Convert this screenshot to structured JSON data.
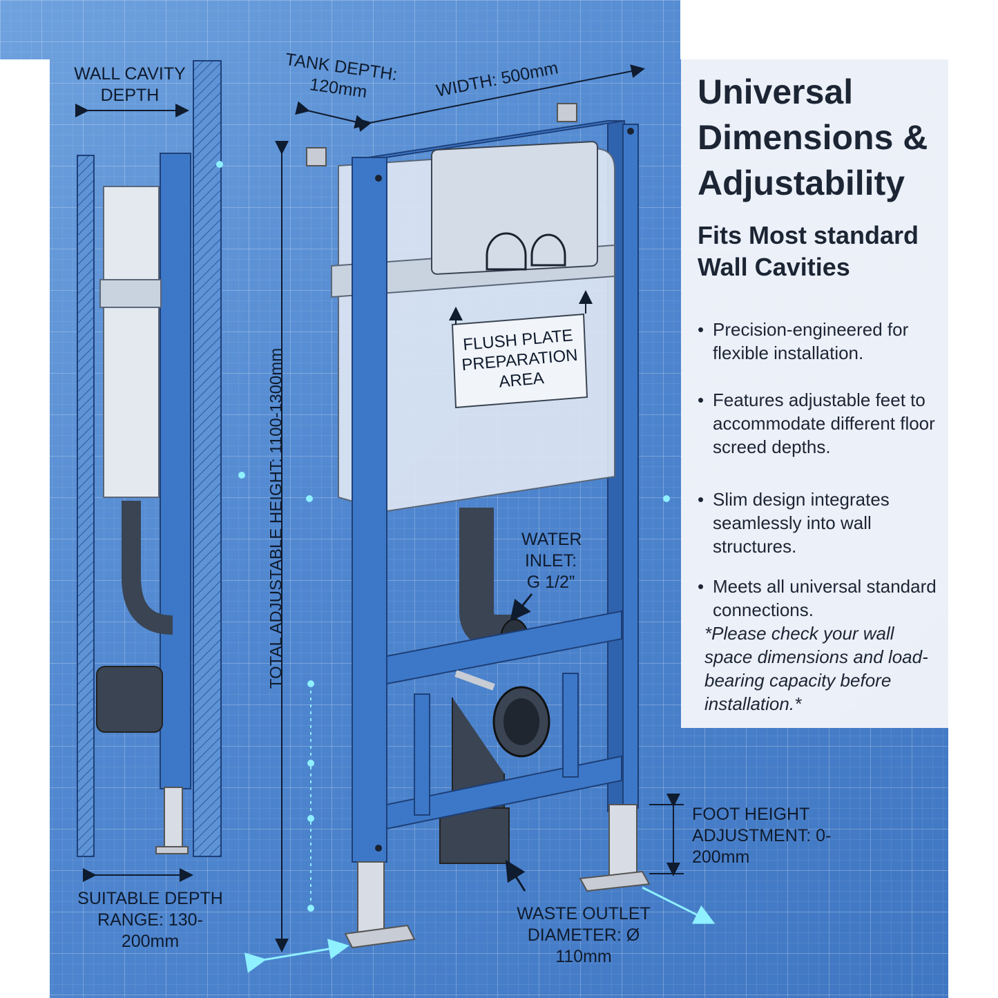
{
  "panel": {
    "title": "Universal Dimensions & Adjustability",
    "subtitle": "Fits Most standard Wall Cavities",
    "bullets": [
      "Precision-engineered for flexible installation.",
      "Features adjustable feet to accommodate different floor screed depths.",
      "Slim design integrates seamlessly into wall structures.",
      "Meets all universal standard connections."
    ],
    "bullet_marker": "•",
    "note": "*Please check your wall space dimensions and load-bearing capacity before installation.*"
  },
  "labels": {
    "wall_cavity_depth": "WALL CAVITY DEPTH",
    "tank_depth": "TANK DEPTH: 120mm",
    "width": "WIDTH: 500mm",
    "total_height": "TOTAL ADJUSTABLE HEIGHT: 1100-1300mm",
    "flush_plate_area": "FLUSH PLATE PREPARATION AREA",
    "water_inlet": "WATER INLET: G 1/2”",
    "foot_height": "FOOT HEIGHT ADJUSTMENT: 0-200mm",
    "waste_outlet": "WASTE OUTLET DIAMETER: Ø 110mm",
    "depth_range": "SUITABLE DEPTH RANGE: 130-200mm"
  },
  "colors": {
    "blueprint": "#4e86cf",
    "frame": "#3d78c8",
    "frame_edge": "#1d3f78",
    "tank": "#dde6f2",
    "pipe": "#3a4452",
    "panel_text": "#1c2534",
    "glow": "#8ff0ff"
  }
}
